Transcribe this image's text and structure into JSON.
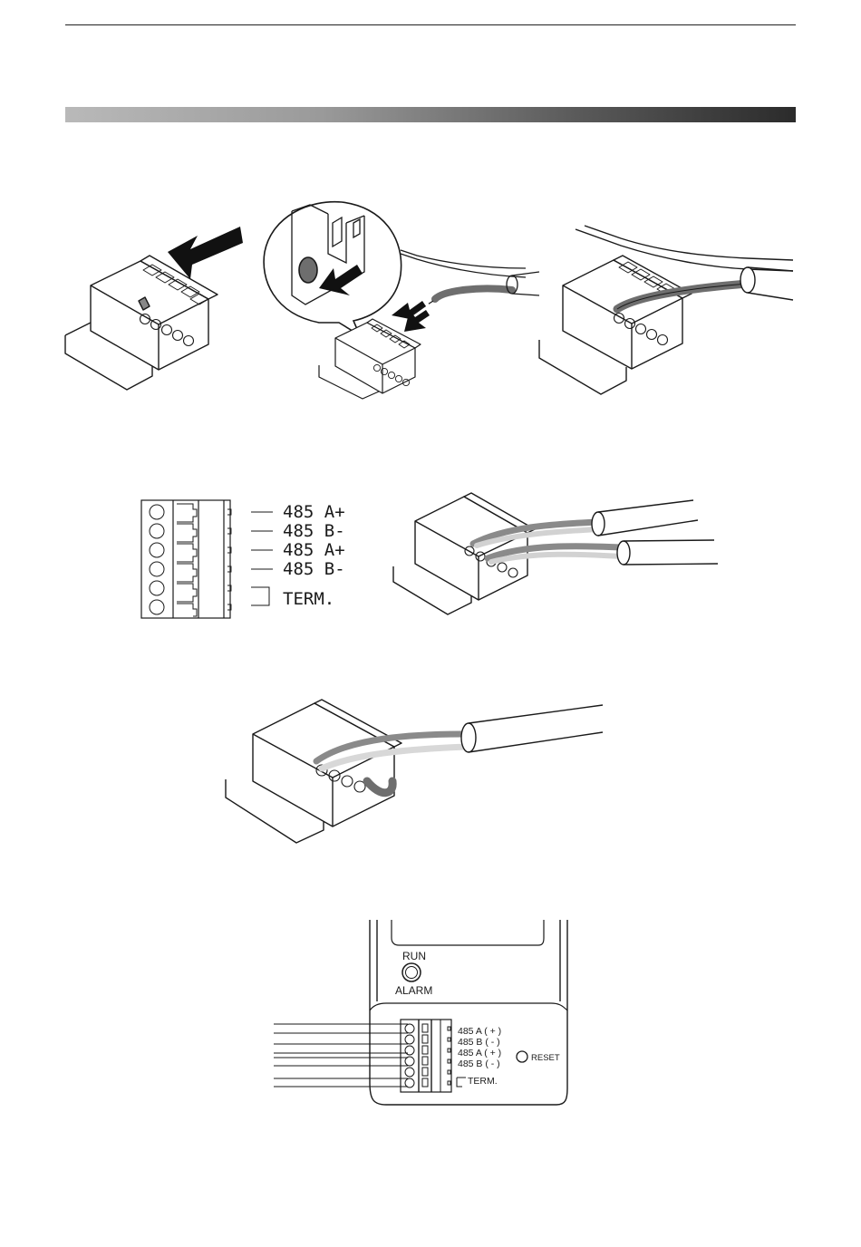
{
  "terminal_labels": {
    "rows": [
      "485 A+",
      "485 B-",
      "485 A+",
      "485 B-"
    ],
    "term": "TERM."
  },
  "device_panel": {
    "run": "RUN",
    "alarm": "ALARM",
    "reset": "RESET",
    "rows": [
      "485 A ( + )",
      "485 B ( - )",
      "485 A ( + )",
      "485 B ( - )"
    ],
    "term": "TERM."
  },
  "colors": {
    "line": "#1a1a1a",
    "wire_gray": "#6e6e6e",
    "wire_light": "#bdbdbd"
  },
  "icons": [
    "insert-arrow-icon",
    "push-release-arrow-icon",
    "wire-insert-arrow-icon"
  ]
}
